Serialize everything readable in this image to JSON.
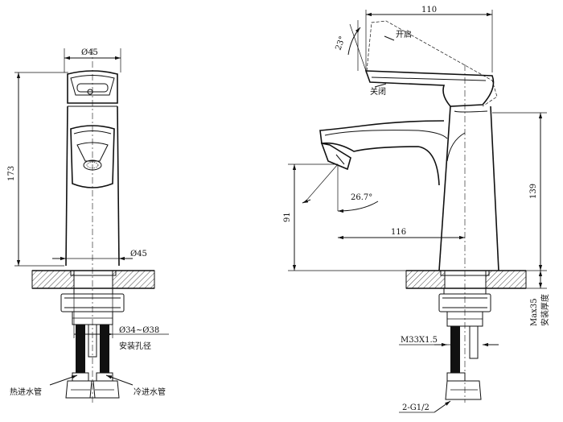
{
  "front_view": {
    "width_top": "Ø45",
    "height": "173",
    "width_base": "Ø45",
    "hole_dia": "Ø34~Ø38",
    "hole_label": "安装孔径",
    "hot_inlet": "热进水管",
    "cold_inlet": "冷进水管"
  },
  "side_view": {
    "handle_length": "110",
    "open_angle": "23°",
    "open_label": "开启",
    "closed_label": "关闭",
    "spout_angle": "26.7°",
    "spout_height": "91",
    "spout_reach": "116",
    "body_height": "139",
    "thread": "M33X1.5",
    "max_thickness": "Max35",
    "thickness_label": "安装厚度",
    "inlet_thread": "2-G1/2"
  }
}
